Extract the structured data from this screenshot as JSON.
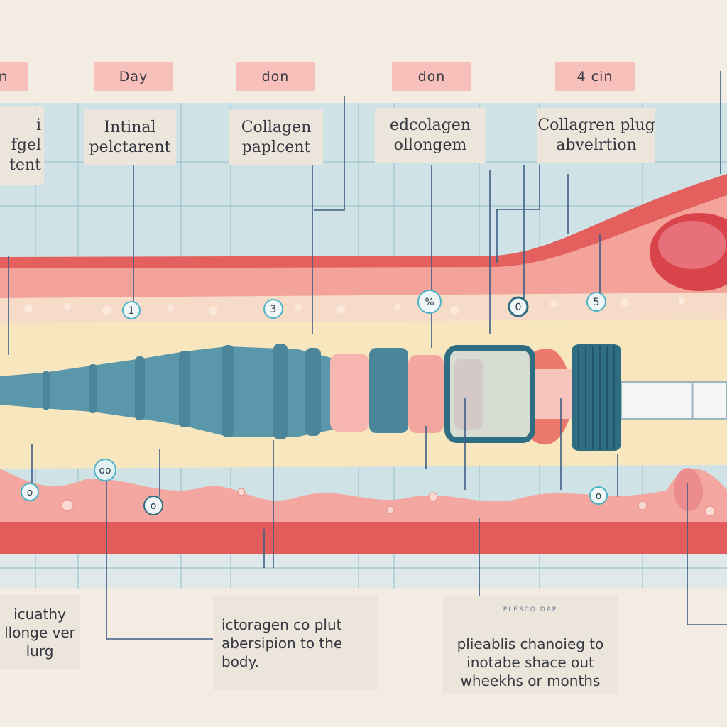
{
  "colors": {
    "background": "#f3ece3",
    "grid_band": "#cfe2e6",
    "tissue_red": "#e2585a",
    "tissue_pink": "#f6b6ad",
    "lumen_cream": "#f7e6be",
    "device_teal": "#4f8fa4",
    "device_dark_teal": "#2e6d82",
    "header_pink": "#f8c0bb",
    "label_box": "#ece5dc",
    "leader_line": "#3e5d86"
  },
  "headers": [
    "n",
    "Day",
    "don",
    "don",
    "4 cin"
  ],
  "top_labels": [
    {
      "lines": [
        "i",
        "fgel",
        "tent"
      ]
    },
    {
      "lines": [
        "Intinal",
        "pelctarent"
      ]
    },
    {
      "lines": [
        "Collagen",
        "paplcent"
      ]
    },
    {
      "lines": [
        "edcolagen",
        "ollongem"
      ]
    },
    {
      "lines": [
        "Collagren plug",
        "abvelrtion"
      ]
    }
  ],
  "bottom_labels": [
    {
      "small": "",
      "lines": [
        "icuathy",
        "llonge ver",
        "lurg"
      ]
    },
    {
      "small": "",
      "lines": [
        "ictoragen co plut",
        "abersipion to the",
        "body."
      ]
    },
    {
      "small": "PLESCO DAP",
      "lines": [
        "plieablis chanoieg to",
        "inotabe shace out",
        "wheekhs or months"
      ]
    }
  ],
  "markers": [
    "1",
    "3",
    "%",
    "0",
    "5",
    "o",
    "oo",
    "o",
    "o"
  ],
  "icons": [
    "device-icon",
    "collagen-plug-icon",
    "syringe-icon",
    "nodule-icon"
  ]
}
